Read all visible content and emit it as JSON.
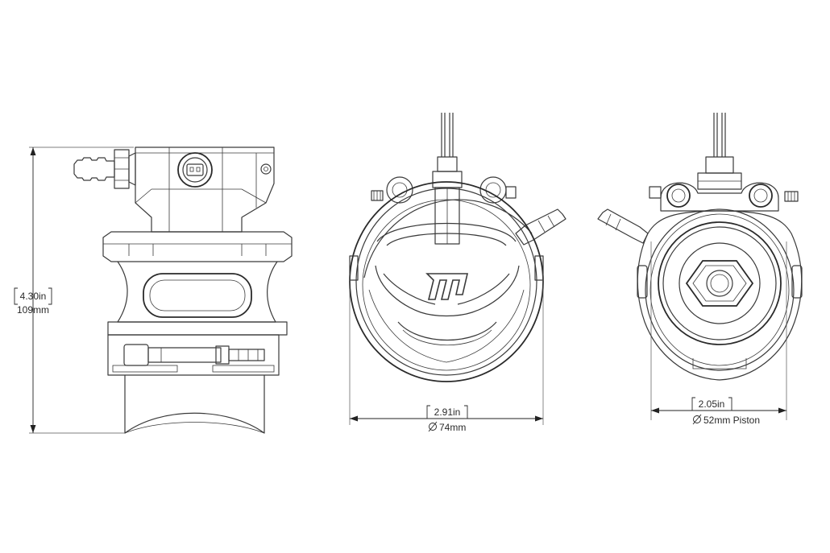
{
  "dimensions": {
    "height": {
      "imperial": "4.30in",
      "metric": "109mm"
    },
    "diameter": {
      "imperial": "2.91in",
      "metric": "74mm"
    },
    "piston": {
      "imperial": "2.05in",
      "metric": "52mm Piston"
    }
  },
  "symbols": {
    "diameter": "⌀"
  },
  "colors": {
    "line": "#3a3a3a",
    "background": "#ffffff"
  }
}
